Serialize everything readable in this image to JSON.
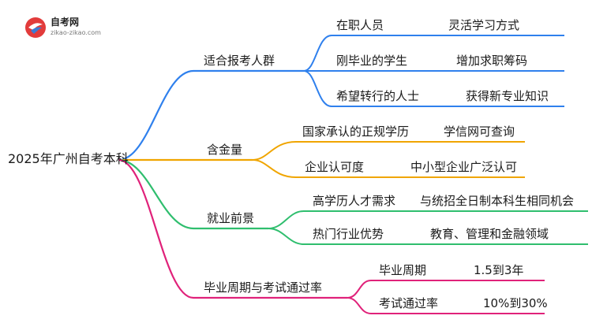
{
  "logo": {
    "name": "自考网",
    "url": "zikao-zikao.com"
  },
  "colors": {
    "branch1": "#2f80ed",
    "branch2": "#f0a500",
    "branch3": "#2fbe6e",
    "branch4": "#e0227a"
  },
  "root": "2025年广州自考本科",
  "branches": [
    {
      "label": "适合报考人群",
      "items": [
        {
          "left": "在职人员",
          "right": "灵活学习方式"
        },
        {
          "left": "刚毕业的学生",
          "right": "增加求职筹码"
        },
        {
          "left": "希望转行的人士",
          "right": "获得新专业知识"
        }
      ]
    },
    {
      "label": "含金量",
      "items": [
        {
          "left": "国家承认的正规学历",
          "right": "学信网可查询"
        },
        {
          "left": "企业认可度",
          "right": "中小型企业广泛认可"
        }
      ]
    },
    {
      "label": "就业前景",
      "items": [
        {
          "left": "高学历人才需求",
          "right": "与统招全日制本科生相同机会"
        },
        {
          "left": "热门行业优势",
          "right": "教育、管理和金融领域"
        }
      ]
    },
    {
      "label": "毕业周期与考试通过率",
      "items": [
        {
          "left": "毕业周期",
          "right": "1.5到3年"
        },
        {
          "left": "考试通过率",
          "right": "10%到30%"
        }
      ]
    }
  ]
}
